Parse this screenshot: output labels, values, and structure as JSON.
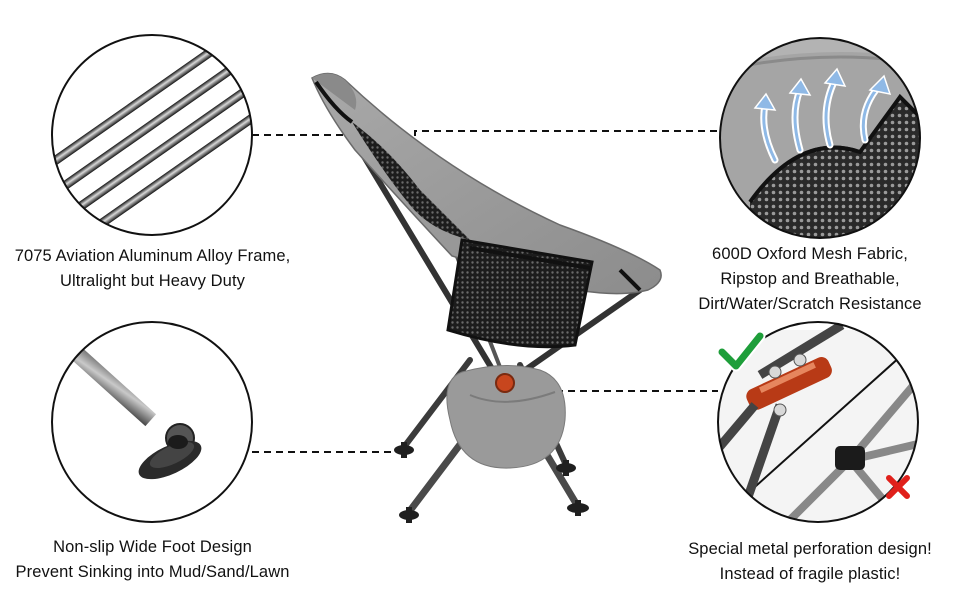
{
  "features": {
    "frame": {
      "line1": "7075 Aviation Aluminum Alloy Frame,",
      "line2": "Ultralight but Heavy Duty"
    },
    "mesh": {
      "line1": "600D Oxford Mesh Fabric,",
      "line2": "Ripstop and Breathable,",
      "line3": "Dirt/Water/Scratch Resistance"
    },
    "foot": {
      "line1": "Non-slip Wide Foot Design",
      "line2": "Prevent Sinking into Mud/Sand/Lawn"
    },
    "metal": {
      "line1": "Special metal perforation design!",
      "line2": "Instead of fragile plastic!"
    }
  },
  "marks": {
    "good": "check-mark-icon",
    "bad": "x-mark-icon",
    "good_color": "#1e9e3a",
    "bad_color": "#e0201b"
  },
  "colors": {
    "fabric": "#9a9a9a",
    "frame": "#3b3b3b",
    "hub": "#c8461e",
    "mesh": "#222222"
  }
}
